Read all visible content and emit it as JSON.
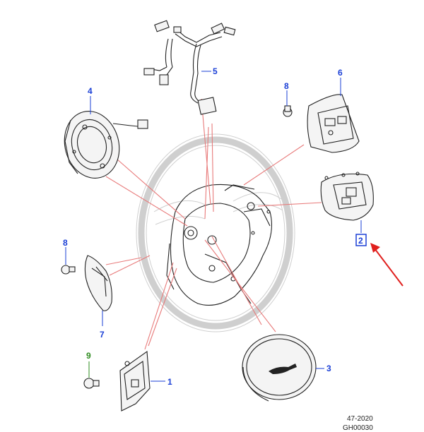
{
  "callouts": {
    "c1": "1",
    "c2": "2",
    "c3": "3",
    "c4": "4",
    "c5": "5",
    "c6": "6",
    "c7": "7",
    "c8a": "8",
    "c8b": "8",
    "c9": "9"
  },
  "footer": {
    "date": "47-2020",
    "code": "GH00030"
  },
  "colors": {
    "callout": "#1a3fd6",
    "callout_green": "#2e8b1f",
    "reference_lines": "#e87a7a",
    "highlight_arrow": "#e0201e"
  }
}
